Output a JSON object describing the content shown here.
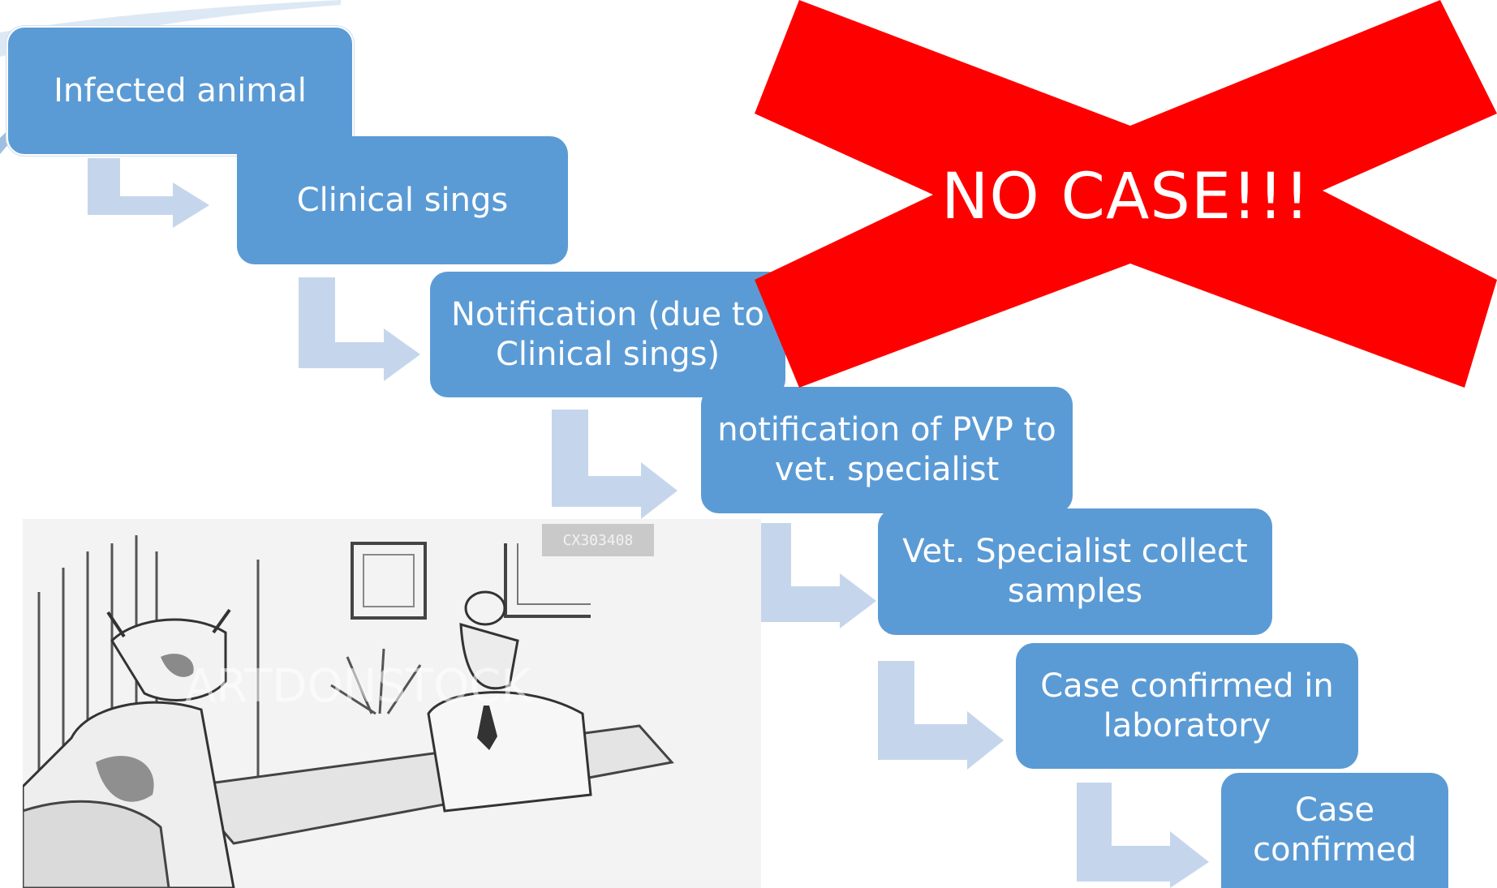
{
  "steps": [
    {
      "id": "infected-animal",
      "label": "Infected animal"
    },
    {
      "id": "clinical-sings",
      "label": "Clinical sings"
    },
    {
      "id": "notification",
      "label": "Notification (due to\nClinical sings)"
    },
    {
      "id": "notification-pvp",
      "label": "notification of PVP to\nvet. specialist"
    },
    {
      "id": "collect-samples",
      "label": "Vet. Specialist collect\nsamples"
    },
    {
      "id": "lab-confirmed",
      "label": "Case confirmed in\nlaboratory"
    },
    {
      "id": "case-confirmed",
      "label": "Case\nconfirmed"
    }
  ],
  "overlay": {
    "label": "NO CASE!!!",
    "cross_color": "#ff0000"
  },
  "image": {
    "watermark_code": "CX303408",
    "watermark_brand": "ARTDONSTOCK"
  },
  "colors": {
    "box": "#5b9bd5",
    "connector": "#c5d6ec"
  }
}
